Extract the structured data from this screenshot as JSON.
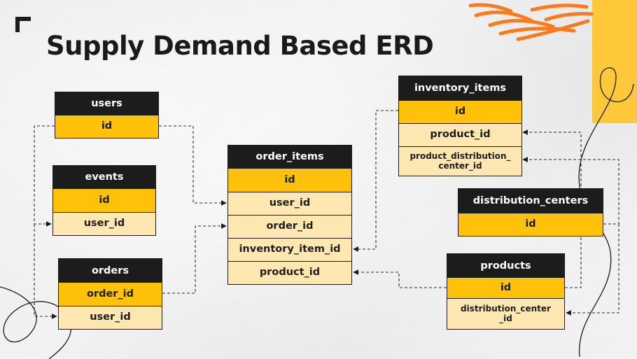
{
  "title": "Supply Demand Based ERD",
  "colors": {
    "header": "#1c1c1c",
    "primary_key": "#ffc10a",
    "foreign_key": "#ffe7b1",
    "accent_orange": "#ff7a1a",
    "accent_yellow": "#ffc83a"
  },
  "entities": {
    "users": {
      "name": "users",
      "fields": [
        "id"
      ]
    },
    "events": {
      "name": "events",
      "fields": [
        "id",
        "user_id"
      ]
    },
    "orders": {
      "name": "orders",
      "fields": [
        "order_id",
        "user_id"
      ]
    },
    "order_items": {
      "name": "order_items",
      "fields": [
        "id",
        "user_id",
        "order_id",
        "inventory_item_id",
        "product_id"
      ]
    },
    "inventory_items": {
      "name": "inventory_items",
      "fields": [
        "id",
        "product_id",
        "product_distribution_\ncenter_id"
      ]
    },
    "distribution_centers": {
      "name": "distribution_centers",
      "fields": [
        "id"
      ]
    },
    "products": {
      "name": "products",
      "fields": [
        "id",
        "distribution_center\n_id"
      ]
    }
  },
  "relationships": [
    {
      "from": "users.id",
      "to": "order_items.user_id"
    },
    {
      "from": "users.id",
      "to": "events.user_id"
    },
    {
      "from": "users.id",
      "to": "orders.user_id"
    },
    {
      "from": "orders.order_id",
      "to": "order_items.order_id"
    },
    {
      "from": "inventory_items.id",
      "to": "order_items.inventory_item_id"
    },
    {
      "from": "products.id",
      "to": "order_items.product_id"
    },
    {
      "from": "products.id",
      "to": "inventory_items.product_id"
    },
    {
      "from": "distribution_centers.id",
      "to": "inventory_items.product_distribution_center_id"
    },
    {
      "from": "distribution_centers.id",
      "to": "products.distribution_center_id"
    }
  ]
}
